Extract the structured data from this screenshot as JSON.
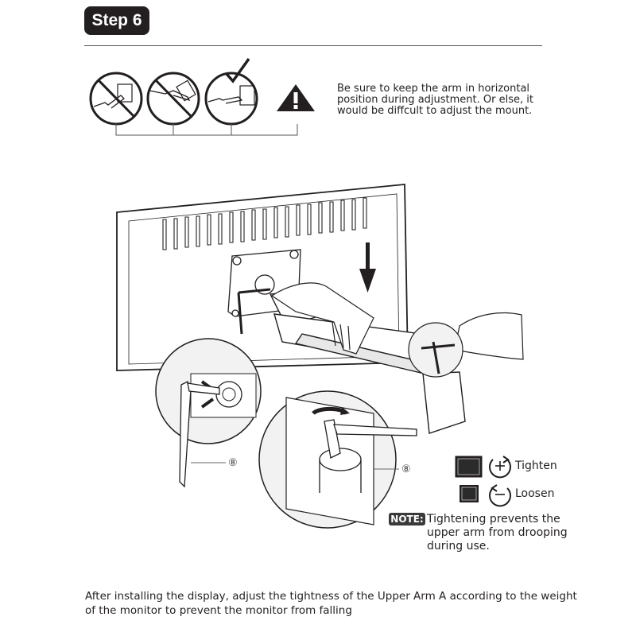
{
  "step": {
    "label": "Step 6"
  },
  "warning": {
    "lines": [
      "Be sure to keep the arm in horizontal",
      "position during adjustment. Or else, it",
      "would be diffcult to adjust the mount."
    ]
  },
  "icons": {
    "prohibited_1": "no-arm-raised-icon",
    "prohibited_2": "no-arm-lowered-icon",
    "allowed": "arm-horizontal-check-icon",
    "warning": "warning-triangle-icon"
  },
  "callouts": {
    "left": "⑧",
    "right": "⑧"
  },
  "legend": {
    "tighten": "Tighten",
    "loosen": "Loosen"
  },
  "note": {
    "badge": "NOTE:",
    "lines": [
      "Tightening prevents the",
      "upper arm from drooping",
      "during use."
    ]
  },
  "caption": {
    "lines": [
      "After installing the display, adjust the tightness of the Upper Arm  A according to the weight",
      "of the monitor to prevent the monitor from falling"
    ]
  }
}
